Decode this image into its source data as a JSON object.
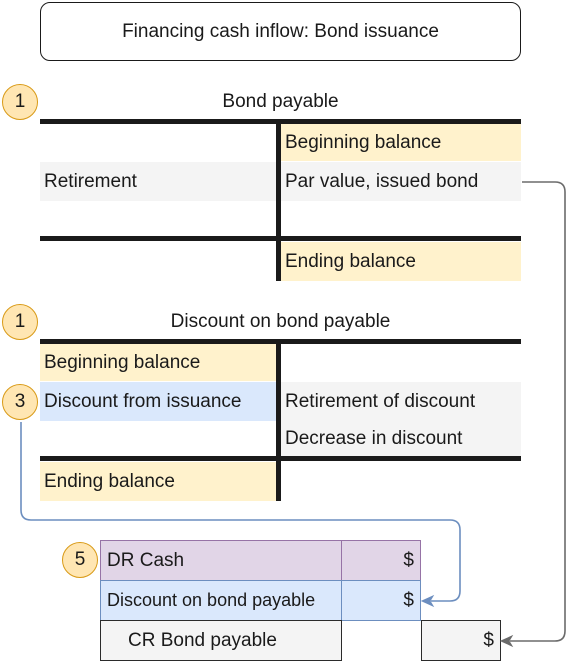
{
  "title": "Financing cash inflow: Bond issuance",
  "bond_payable": {
    "badge": "1",
    "heading": "Bond payable",
    "credit_rows": [
      "Beginning balance",
      "Par value, issued bond"
    ],
    "debit_rows": [
      "Retirement"
    ],
    "ending": "Ending balance"
  },
  "discount": {
    "badge": "1",
    "heading": "Discount on bond payable",
    "debit_rows": [
      "Beginning balance",
      "Discount from issuance"
    ],
    "credit_rows": [
      "Retirement of discount",
      "Decrease in discount"
    ],
    "ending": "Ending balance",
    "issuance_badge": "3"
  },
  "journal": {
    "badge": "5",
    "rows": [
      {
        "account": "DR Cash",
        "amount": "$"
      },
      {
        "account": "Discount on bond payable",
        "amount": "$"
      },
      {
        "account": "CR Bond payable",
        "amount": "$"
      }
    ]
  },
  "colors": {
    "tan": "#fff2cc",
    "gray": "#f4f4f4",
    "blue": "#dae8fc",
    "purple": "#e1d5e7",
    "badge": "#ffe6b3",
    "badge_border": "#d99a16",
    "arrow_gray": "#6b6b6b",
    "arrow_blue": "#6c8ebf"
  }
}
